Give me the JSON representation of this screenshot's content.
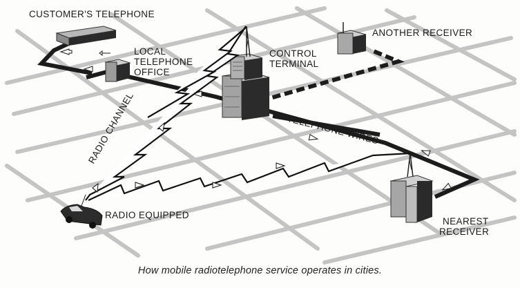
{
  "labels": {
    "customer_telephone": "CUSTOMER'S TELEPHONE",
    "local_office_1": "LOCAL",
    "local_office_2": "TELEPHONE",
    "local_office_3": "OFFICE",
    "control_1": "CONTROL",
    "control_2": "TERMINAL",
    "another_receiver": "ANOTHER RECEIVER",
    "radio_channel": "RADIO CHANNEL",
    "telephone_wires": "TELEPHONE WIRES",
    "radio_equipped": "RADIO EQUIPPED",
    "nearest_1": "NEAREST",
    "nearest_2": "RECEIVER"
  },
  "caption": "How mobile radiotelephone service operates in cities.",
  "colors": {
    "street": "#bdbdbd",
    "wire": "#1c1c1c",
    "building_light": "#9a9a9a",
    "building_dark": "#2a2a2a"
  }
}
